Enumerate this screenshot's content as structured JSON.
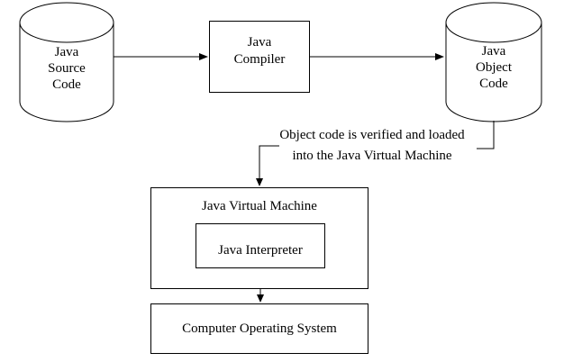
{
  "colors": {
    "background": "#ffffff",
    "line": "#000000",
    "text": "#000000",
    "shape_fill": "#ffffff"
  },
  "nodes": {
    "source_cylinder": {
      "label": "Java\nSource\nCode",
      "shape": "cylinder"
    },
    "compiler_box": {
      "label": "Java\nCompiler",
      "shape": "rectangle"
    },
    "object_cylinder": {
      "label": "Java\nObject\nCode",
      "shape": "cylinder"
    },
    "jvm_box": {
      "label": "Java Virtual Machine",
      "shape": "rectangle"
    },
    "interpreter_box": {
      "label": "Java Interpreter",
      "shape": "rectangle"
    },
    "os_box": {
      "label": "Computer Operating System",
      "shape": "rectangle"
    }
  },
  "annotation": {
    "text": "Object code is verified and loaded\ninto the Java Virtual Machine"
  },
  "connectors": [
    {
      "from": "source_cylinder",
      "to": "compiler_box",
      "type": "arrow"
    },
    {
      "from": "compiler_box",
      "to": "object_cylinder",
      "type": "arrow"
    },
    {
      "from": "object_cylinder",
      "to": "annotation",
      "type": "elbow-line"
    },
    {
      "from": "annotation",
      "to": "jvm_box",
      "type": "elbow-arrow"
    },
    {
      "from": "interpreter_box",
      "to": "os_box",
      "type": "double-arrow"
    }
  ]
}
